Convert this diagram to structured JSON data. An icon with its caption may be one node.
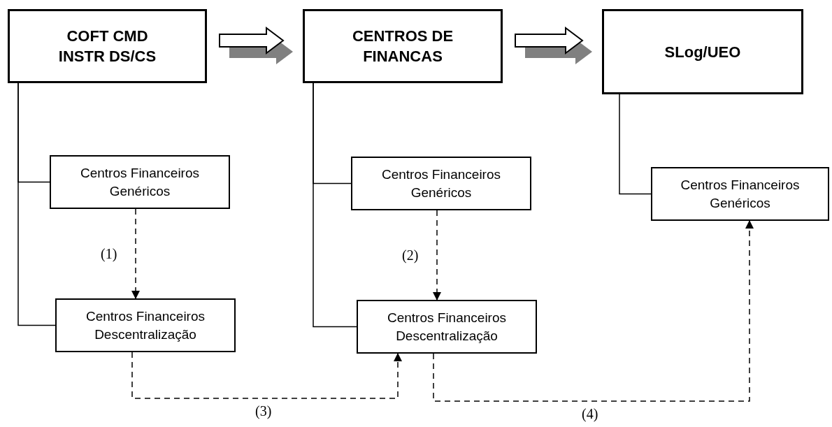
{
  "diagram": {
    "nodes": [
      {
        "text": [
          "COFT CMD INSTR DS/CS"
        ]
      },
      {
        "text": [
          "CENTROS DE FINANCAS"
        ]
      },
      {
        "text": [
          "SLog/UEO"
        ]
      },
      {
        "text": [
          "Centros Financeiros Genéricos"
        ]
      },
      {
        "text": [
          "Centros Financeiros Descentralização"
        ]
      },
      {
        "text": [
          "Centros Financeiros Genéricos"
        ]
      },
      {
        "text": [
          "Centros Financeiros Descentralização"
        ]
      },
      {
        "text": [
          "Centros Financeiros Genéricos"
        ]
      }
    ],
    "edges": [
      {
        "from": 0,
        "to": 1,
        "arrow": "to",
        "style": "thick"
      },
      {
        "from": 1,
        "to": 2,
        "arrow": "to",
        "style": "thick"
      },
      {
        "from": 0,
        "to": 3,
        "arrow": "none"
      },
      {
        "from": 0,
        "to": 4,
        "arrow": "none"
      },
      {
        "from": 1,
        "to": 5,
        "arrow": "none"
      },
      {
        "from": 1,
        "to": 6,
        "arrow": "none"
      },
      {
        "from": 2,
        "to": 7,
        "arrow": "none"
      },
      {
        "from": 3,
        "to": 4,
        "arrow": "to",
        "style": "dashed",
        "label": "(1)"
      },
      {
        "from": 5,
        "to": 6,
        "arrow": "to",
        "style": "dashed",
        "label": "(2)"
      },
      {
        "from": 4,
        "to": 6,
        "arrow": "to",
        "style": "dashed",
        "label": "(3)"
      },
      {
        "from": 6,
        "to": 7,
        "arrow": "to",
        "style": "dashed",
        "label": "(4)"
      }
    ]
  }
}
